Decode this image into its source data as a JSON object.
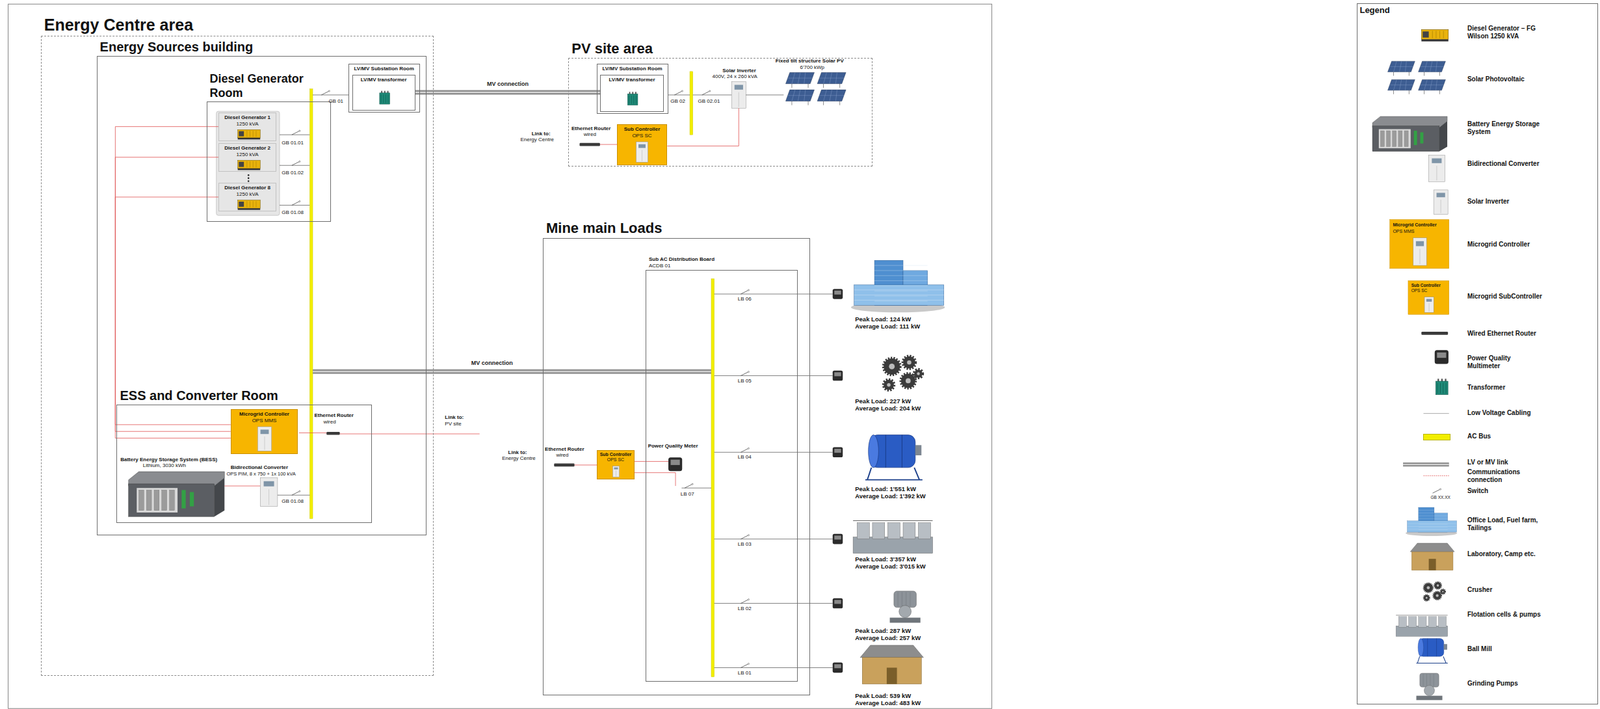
{
  "diagram": {
    "nodes": [
      {
        "text": [
          "Energy Centre area"
        ]
      },
      {
        "text": [
          "Energy Sources building"
        ],
        "in": 0
      },
      {
        "text": [
          "Diesel Generator Room"
        ],
        "in": 1
      },
      {
        "text": [
          "Diesel Generator 1",
          "1250 kVA"
        ],
        "in": 2
      },
      {
        "text": [
          "Diesel Generator 2",
          "1250 kVA"
        ],
        "in": 2
      },
      {
        "text": [
          "Diesel Generator 8",
          "1250 kVA"
        ],
        "in": 2
      },
      {
        "text": [
          "LV/MV Substation Room"
        ],
        "in": 1
      },
      {
        "text": [
          "LV/MV transformer"
        ],
        "in": 6
      },
      {
        "text": [
          "ESS and Converter Room"
        ],
        "in": 1
      },
      {
        "text": [
          "Microgrid Controller",
          "OPS MMS"
        ],
        "in": 8
      },
      {
        "text": [
          "PV site area"
        ]
      },
      {
        "text": [
          "LV/MV Substation Room"
        ],
        "in": 10
      },
      {
        "text": [
          "LV/MV transformer"
        ],
        "in": 11
      },
      {
        "text": [
          "Sub Controller",
          "OPS SC"
        ],
        "in": 10
      },
      {
        "text": [
          "Mine main Loads"
        ]
      },
      {
        "text": [
          "Sub AC Distribution Board",
          "ACDB 01"
        ],
        "in": 14
      },
      {
        "text": [
          "Sub Controller",
          "OPS SC"
        ],
        "in": 14
      },
      {
        "text": [
          "Legend"
        ]
      }
    ],
    "edges": [
      {
        "from": 7,
        "to": 12,
        "arrow": "none",
        "label": "MV connection"
      },
      {
        "from": 1,
        "to": 15,
        "arrow": "none",
        "label": "MV connection"
      },
      {
        "from": 3,
        "to": 9,
        "arrow": "none"
      },
      {
        "from": 4,
        "to": 9,
        "arrow": "none"
      },
      {
        "from": 5,
        "to": 9,
        "arrow": "none"
      }
    ],
    "labels": [
      "GB 01",
      "GB 01.01",
      "GB 01.02",
      "GB 01.08",
      "Ethernet Router",
      "wired",
      "Link to:",
      "PV site",
      "Battery Energy Storage System (BESS)",
      "Lithium, 3030 kWh",
      "Bidirectional Converter",
      "OPS PIM, 8 x 750 + 1x 100 kVA",
      "GB 01.08",
      "GB 02",
      "GB 02.01",
      "Solar Inverter",
      "400V, 24 x 260 kVA",
      "Fixed tilt structure Solar PV",
      "6'700 kWp",
      "Ethernet Router",
      "wired",
      "Link to:",
      "Energy Centre",
      "Link to:",
      "Energy Centre",
      "Ethernet Router",
      "wired",
      "Power Quality Meter",
      "LB 06",
      "LB 05",
      "LB 04",
      "LB 07",
      "LB 03",
      "LB 02",
      "LB 01",
      "Peak Load: 124 kW",
      "Average Load: 111 kW",
      "Peak Load: 227 kW",
      "Average Load: 204 kW",
      "Peak Load: 1'551 kW",
      "Average Load: 1'392 kW",
      "Peak Load: 3'357 kW",
      "Average Load: 3'015 kW",
      "Peak Load: 287 kW",
      "Average Load: 257 kW",
      "Peak Load: 539 kW",
      "Average Load: 483 kW",
      "Microgrid Controller",
      "OPS MMS",
      "Sub Controller",
      "OPS SC",
      "GB XX.XX"
    ],
    "legend": [
      {
        "text": "Diesel Generator – FG Wilson 1250 kVA"
      },
      {
        "text": "Solar Photovoltaic"
      },
      {
        "text": "Battery Energy Storage System"
      },
      {
        "text": "Bidirectional Converter"
      },
      {
        "text": "Solar Inverter"
      },
      {
        "text": "Microgrid Controller"
      },
      {
        "text": "Microgrid SubController"
      },
      {
        "text": "Wired Ethernet Router"
      },
      {
        "text": "Power Quality Multimeter"
      },
      {
        "text": "Transformer"
      },
      {
        "text": "Low Voltage Cabling"
      },
      {
        "text": "AC Bus",
        "color": "#f2ee00"
      },
      {
        "text": "LV or MV link"
      },
      {
        "text": "Communications connection"
      },
      {
        "text": "Switch"
      },
      {
        "text": "Office Load, Fuel farm, Tailings"
      },
      {
        "text": "Laboratory, Camp etc."
      },
      {
        "text": "Crusher"
      },
      {
        "text": "Flotation cells & pumps"
      },
      {
        "text": "Ball Mill"
      },
      {
        "text": "Grinding Pumps"
      }
    ]
  }
}
